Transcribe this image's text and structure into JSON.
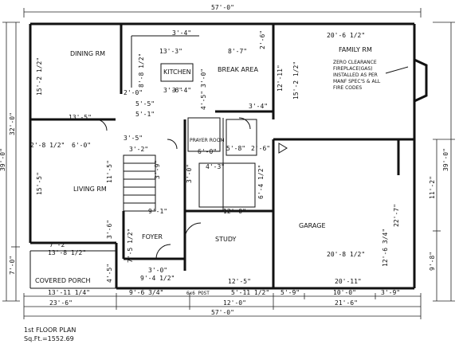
{
  "caption": {
    "title": "1st FLOOR PLAN",
    "area": "Sq.Ft.=1552.69"
  },
  "rooms": {
    "dining": "DINING RM",
    "kitchen": "KITCHEN",
    "break_area": "BREAK AREA",
    "family": "FAMILY RM",
    "prayer_room": "PRAYER ROOM",
    "living": "LIVING RM",
    "foyer": "FOYER",
    "study": "STUDY",
    "garage": "GARAGE",
    "covered_porch": "COVERED PORCH"
  },
  "notes": {
    "fireplace": [
      "ZERO CLEARANCE",
      "FIREPLACE(GAS)",
      "INSTALLED AS PER",
      "MANF SPEC'S & ALL",
      "FIRE CODES"
    ],
    "post": "6x6 POST"
  },
  "dims": {
    "top_overall": "57'-0\"",
    "bottom_overall": "57'-0\"",
    "bottom_left": "23'-6\"",
    "bottom_mid": "12'-0\"",
    "bottom_right": "21'-6\"",
    "bottom_porch": "13'-11 1/4\"",
    "bottom_foyer": "9'-6 3/4\"",
    "bottom_study": "5'-11 1/2\"",
    "bottom_g1": "5'-9\"",
    "bottom_g2": "10'-0\"",
    "bottom_g3": "3'-9\"",
    "left_overall": "39'-0\"",
    "left_main": "32'-0\"",
    "left_porch": "7'-0\"",
    "right_overall": "39'-0\"",
    "right_upper": "11'-2\"",
    "right_lower": "9'-8\"",
    "family_width": "20'-6 1/2\"",
    "family_depth": "15'-2 1/2\"",
    "family_mid": "12'-11\"",
    "garage_width": "20'-8 1/2\"",
    "garage_depth": "22'-7\"",
    "garage_inner": "12'-6 3/4\"",
    "garage_bottom": "20'-11\"",
    "dining_depth": "15'-2 1/2\"",
    "dining_width": "13'-5\"",
    "living_depth": "15'-5\"",
    "living_h": "11'-5\"",
    "living_a": "2'-8 1/2\"",
    "living_b": "6'-0\"",
    "living_c": "7'-2\"",
    "porch_w": "13'-8 1/2\"",
    "kitchen_a": "13'-3\"",
    "kitchen_b": "8'-7\"",
    "kitchen_c": "8'-8 1/2\"",
    "kitchen_d": "3'-6\"",
    "kitchen_e": "3'-4\"",
    "kitchen_f": "2'-0\"",
    "kitchen_g": "3'-0\"",
    "kitchen_h": "4'-5\"",
    "kitchen_i": "5'-5\"",
    "kitchen_j": "5'-1\"",
    "kitchen_k": "3'-4\"",
    "kitchen_l": "3'-5\"",
    "kitchen_m": "3'-4\"",
    "prayer_w": "6'-0\"",
    "prayer_a": "5'-8\"",
    "prayer_b": "2'-6\"",
    "foyer_a": "9'-1\"",
    "foyer_b": "7'-5 1/2\"",
    "foyer_c": "3'-0\"",
    "foyer_d": "9'-4 1/2\"",
    "foyer_e": "3'-6\"",
    "foyer_f": "4'-5\"",
    "study_a": "12'-0\"",
    "study_b": "12'-5\"",
    "stair_a": "3'-2\"",
    "stair_b": "3'-9\"",
    "stair_c": "3'-0\"",
    "bath_a": "6'-4 1/2\"",
    "bath_b": "4'-3\"",
    "top_small": "2'-6\""
  }
}
